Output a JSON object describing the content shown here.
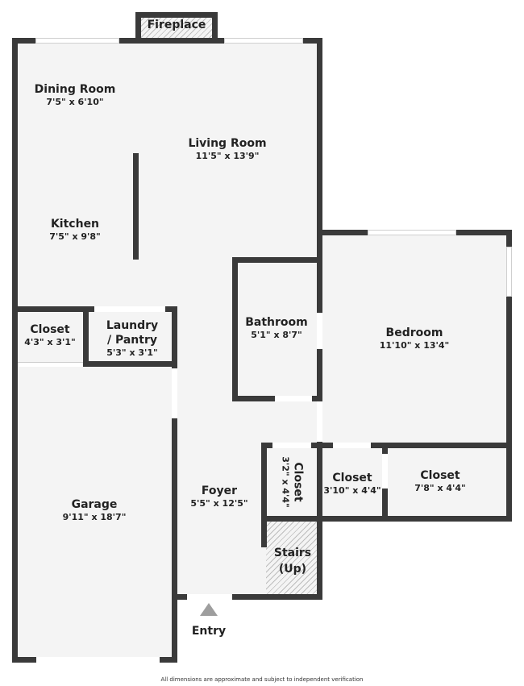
{
  "floorplan": {
    "rooms": [
      {
        "id": "dining",
        "name": "Dining Room",
        "dims": "7'5\" x 6'10\""
      },
      {
        "id": "living",
        "name": "Living Room",
        "dims": "11'5\" x 13'9\""
      },
      {
        "id": "kitchen",
        "name": "Kitchen",
        "dims": "7'5\" x 9'8\""
      },
      {
        "id": "closet1",
        "name": "Closet",
        "dims": "4'3\" x 3'1\""
      },
      {
        "id": "laundry",
        "name": "Laundry / Pantry",
        "name_line1": "Laundry",
        "name_line2": "/ Pantry",
        "dims": "5'3\" x 3'1\""
      },
      {
        "id": "bathroom",
        "name": "Bathroom",
        "dims": "5'1\" x 8'7\""
      },
      {
        "id": "bedroom",
        "name": "Bedroom",
        "dims": "11'10\" x 13'4\""
      },
      {
        "id": "closet2",
        "name": "Closet",
        "dims": "3'2\" x 4'4\""
      },
      {
        "id": "closet3",
        "name": "Closet",
        "dims": "3'10\" x 4'4\""
      },
      {
        "id": "closet4",
        "name": "Closet",
        "dims": "7'8\" x 4'4\""
      },
      {
        "id": "foyer",
        "name": "Foyer",
        "dims": "5'5\" x 12'5\""
      },
      {
        "id": "garage",
        "name": "Garage",
        "dims": "9'11\" x 18'7\""
      }
    ],
    "features": {
      "fireplace": "Fireplace",
      "stairs_line1": "Stairs",
      "stairs_line2": "(Up)",
      "entry": "Entry"
    },
    "colors": {
      "wall": "#3a3a3a",
      "floor": "#f4f4f4",
      "entry_arrow": "#9e9e9e"
    },
    "disclaimer": "All dimensions are approximate and subject to independent verification"
  }
}
